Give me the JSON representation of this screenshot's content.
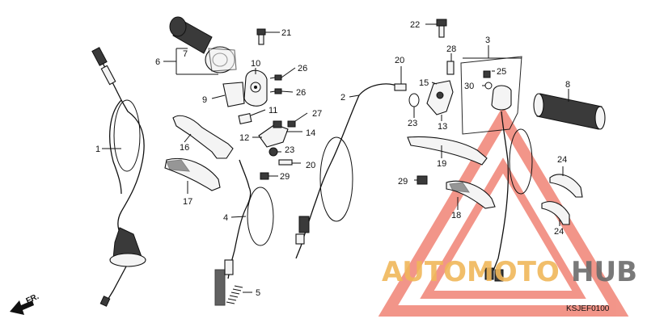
{
  "diagram": {
    "callouts": [
      "1",
      "2",
      "3",
      "4",
      "5",
      "6",
      "7",
      "8",
      "9",
      "10",
      "11",
      "12",
      "13",
      "14",
      "15",
      "16",
      "17",
      "18",
      "19",
      "20",
      "20",
      "21",
      "22",
      "23",
      "23",
      "24",
      "24",
      "25",
      "26",
      "26",
      "27",
      "28",
      "29",
      "29",
      "30"
    ],
    "direction_label": "FR.",
    "drawing_code": "KSJEF0100"
  },
  "watermark": {
    "text_colored": "AUTOMOTO",
    "text_gray": "HUB",
    "colors": {
      "triangle": "#e8402a",
      "text_colored": "#f0b75a",
      "text_gray": "#6b6b6b"
    }
  }
}
